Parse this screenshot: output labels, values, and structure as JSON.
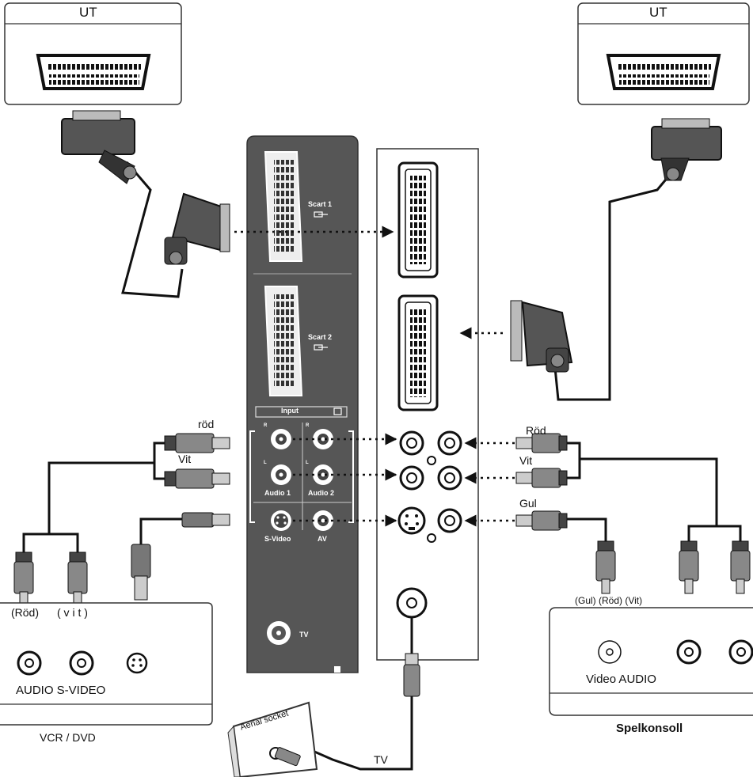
{
  "scart_out_left": {
    "label": "UT"
  },
  "scart_out_right": {
    "label": "UT"
  },
  "panel": {
    "scart1_label": "Scart 1",
    "scart2_label": "Scart 2",
    "input_label": "Input",
    "audio1_label": "Audio 1",
    "audio2_label": "Audio 2",
    "svideo_label": "S-Video",
    "av_label": "AV",
    "tv_label": "TV",
    "r_mark": "R",
    "l_mark": "L"
  },
  "left_cables": {
    "red": "röd",
    "white": "Vit",
    "rod_plug": "(Röd)",
    "vit_plug": "( v i t )"
  },
  "right_cables": {
    "red": "Röd",
    "white": "Vit",
    "yellow": "Gul",
    "plug_labels": "(Gul) (Röd) (Vit)"
  },
  "vcr_dvd": {
    "ports_label": "AUDIO S-VIDEO",
    "name": "VCR / DVD"
  },
  "game_console": {
    "ports_label": "Video AUDIO",
    "name": "Spelkonsoll"
  },
  "aerial": {
    "socket_label": "Aerial socket",
    "tv_label": "TV"
  }
}
